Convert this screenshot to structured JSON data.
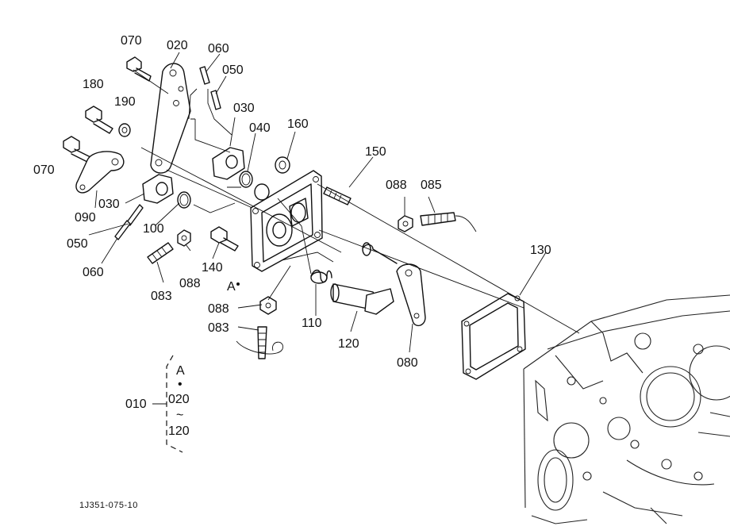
{
  "labels": {
    "p070a": "070",
    "p020": "020",
    "p060a": "060",
    "p050a": "050",
    "p180": "180",
    "p190": "190",
    "p030a": "030",
    "p040": "040",
    "p160": "160",
    "p070b": "070",
    "p150": "150",
    "p088a": "088",
    "p085": "085",
    "p090": "090",
    "p030b": "030",
    "p100": "100",
    "p050b": "050",
    "p060b": "060",
    "p083a": "083",
    "p088b": "088",
    "p140": "140",
    "pA": "A",
    "p130": "130",
    "p088c": "088",
    "p083b": "083",
    "p110": "110",
    "p120": "120",
    "p080": "080"
  },
  "legend": {
    "assembly": "010",
    "ref": "A",
    "dot": "•",
    "from": "020",
    "tilde": "~",
    "to": "120"
  },
  "drawing_id": "1J351-075-10"
}
